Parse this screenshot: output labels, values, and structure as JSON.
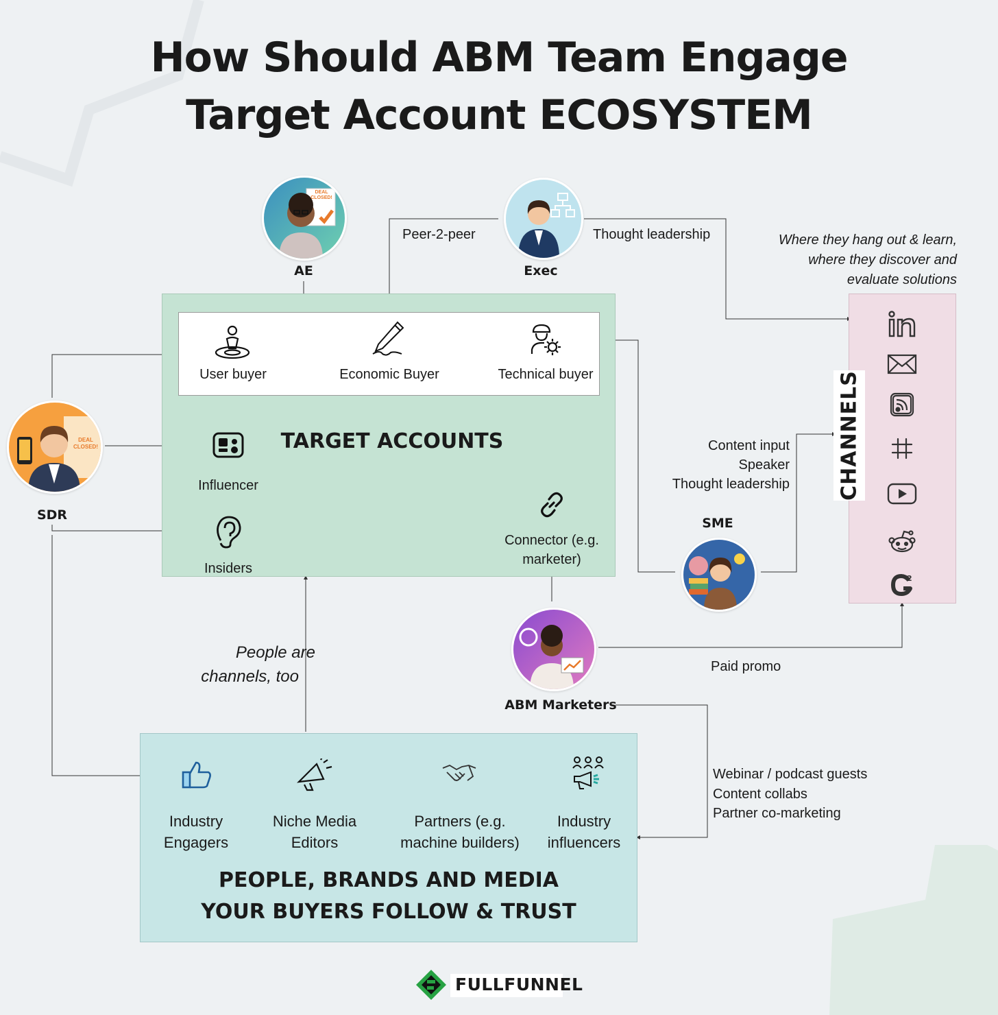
{
  "title": {
    "line1": "How Should ABM Team Engage",
    "line2": "Target Account ECOSYSTEM"
  },
  "roles": {
    "ae": "AE",
    "exec": "Exec",
    "sdr": "SDR",
    "sme": "SME",
    "abm_marketers": "ABM Marketers"
  },
  "avatar_badges": {
    "ae": "DEAL CLOSED!",
    "sdr": "DEAL CLOSED!"
  },
  "edges": {
    "peer_to_peer": "Peer-2-peer",
    "thought_leadership": "Thought leadership",
    "sme_contributions": [
      "Content input",
      "Speaker",
      "Thought leadership"
    ],
    "paid_promo": "Paid promo",
    "marketer_partnerships": [
      "Webinar / podcast guests",
      "Content collabs",
      "Partner co-marketing"
    ]
  },
  "target_accounts": {
    "heading": "TARGET ACCOUNTS",
    "buyers": [
      {
        "label": "User buyer",
        "icon": "user-pin-icon"
      },
      {
        "label": "Economic Buyer",
        "icon": "pen-signature-icon"
      },
      {
        "label": "Technical buyer",
        "icon": "engineer-gear-icon"
      }
    ],
    "influencer": {
      "label": "Influencer",
      "icon": "media-screen-icon"
    },
    "insiders": {
      "label": "Insiders",
      "icon": "ear-icon"
    },
    "connector": {
      "label": "Connector (e.g. marketer)",
      "icon": "link-icon"
    }
  },
  "people_channels_note": {
    "line1": "People are",
    "line2": "channels, too"
  },
  "ecosystem": {
    "heading_line1": "PEOPLE, BRANDS AND MEDIA",
    "heading_line2": "YOUR BUYERS FOLLOW & TRUST",
    "items": [
      {
        "line1": "Industry",
        "line2": "Engagers",
        "icon": "thumbs-up-icon"
      },
      {
        "line1": "Niche Media",
        "line2": "Editors",
        "icon": "megaphone-icon"
      },
      {
        "line1": "Partners (e.g.",
        "line2": "machine builders)",
        "icon": "handshake-icon"
      },
      {
        "line1": "Industry",
        "line2": "influencers",
        "icon": "audience-megaphone-icon"
      }
    ]
  },
  "channels": {
    "heading": "CHANNELS",
    "caption_lines": [
      "Where they hang out & learn,",
      "where they discover and",
      "evaluate solutions"
    ],
    "icons": [
      "linkedin-icon",
      "email-icon",
      "rss-icon",
      "slack-icon",
      "youtube-icon",
      "reddit-icon",
      "g2-icon"
    ]
  },
  "footer": {
    "brand": "FULLFUNNEL"
  },
  "colors": {
    "background": "#eef1f3",
    "target_box": "#c5e3d3",
    "ecosystem_box": "#c7e6e6",
    "channels_box": "#f0dde5",
    "brand_green": "#27a243"
  }
}
